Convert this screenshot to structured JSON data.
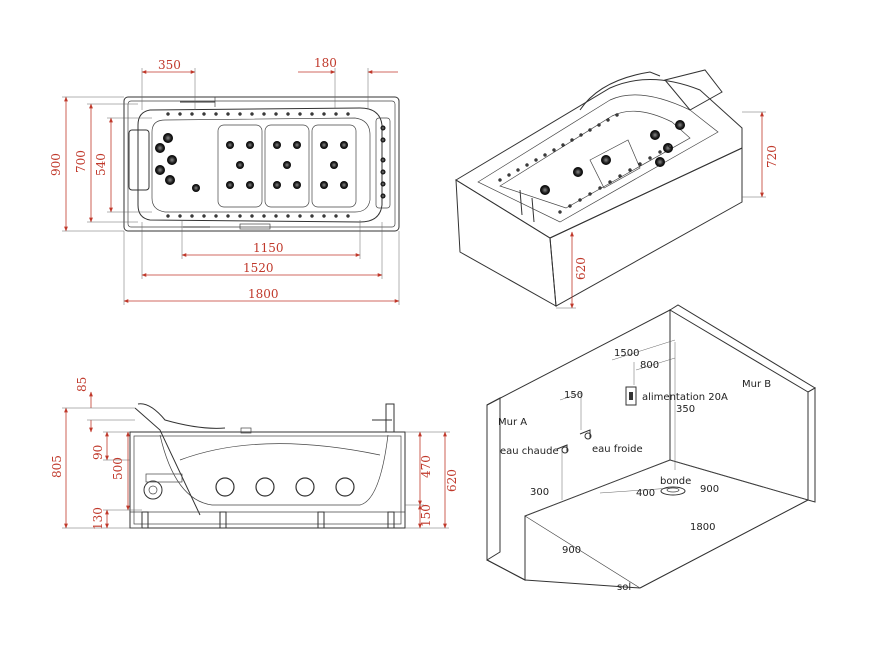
{
  "top_view": {
    "dim_350": "350",
    "dim_180": "180",
    "dim_900": "900",
    "dim_700": "700",
    "dim_540": "540",
    "dim_1150": "1150",
    "dim_1520": "1520",
    "dim_1800": "1800"
  },
  "iso_view": {
    "dim_720": "720",
    "dim_620": "620"
  },
  "side_view": {
    "dim_85": "85",
    "dim_805": "805",
    "dim_90": "90",
    "dim_500": "500",
    "dim_130": "130",
    "dim_470": "470",
    "dim_620": "620",
    "dim_150": "150"
  },
  "room_view": {
    "wall_a": "Mur A",
    "wall_b": "Mur B",
    "hot_water": "eau chaude",
    "cold_water": "eau froide",
    "power": "alimentation 20A",
    "drain": "bonde",
    "floor": "sol",
    "dim_1500": "1500",
    "dim_800": "800",
    "dim_150": "150",
    "dim_350": "350",
    "dim_300": "300",
    "dim_400": "400",
    "dim_900a": "900",
    "dim_1800": "1800",
    "dim_900b": "900"
  }
}
